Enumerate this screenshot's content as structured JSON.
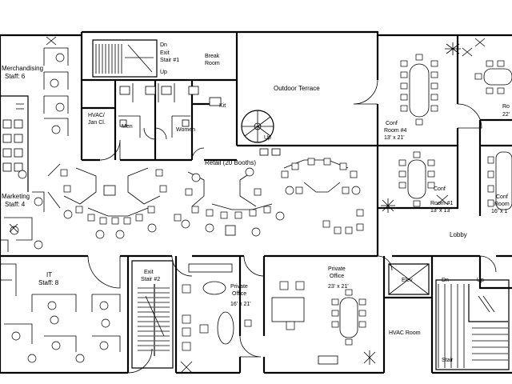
{
  "labels": {
    "merchandising": "Merchandising",
    "merchandising_staff": "Staff: 6",
    "marketing": "Marketing",
    "marketing_staff": "Staff: 4",
    "it": "IT",
    "it_staff": "Staff: 8",
    "dn_top": "Dn",
    "exit_stair_1a": "Exit",
    "exit_stair_1b": "Stair #1",
    "up_top": "Up",
    "break_room_a": "Break",
    "break_room_b": "Room",
    "kit": "Kit",
    "hvac_jan_a": "HVAC/",
    "hvac_jan_b": "Jan Cl.",
    "men": "Men",
    "women": "Women",
    "outdoor_terrace": "Outdoor Terrace",
    "up_spiral": "Up",
    "retail": "Retail (20 Booths)",
    "conf4_a": "Conf",
    "conf4_b": "Room #4",
    "conf4_c": "13' x 21'",
    "conf_top_right_a": "Ro",
    "conf_top_right_b": "22'",
    "conf1_a": "Conf",
    "conf1_b": "Room #1",
    "conf1_c": "13' x 13'",
    "conf_right_a": "Conf",
    "conf_right_b": "Room",
    "conf_right_c": "16' x 1",
    "lobby": "Lobby",
    "exit_stair_2a": "Exit",
    "exit_stair_2b": "Stair #2",
    "private_office_1a": "Private",
    "private_office_1b": "Office",
    "private_office_1c": "16' x 21'",
    "private_office_2a": "Private",
    "private_office_2b": "Office",
    "private_office_2c": "23' x 21'",
    "elev": "Elev",
    "hvac_room": "HVAC Room",
    "dn_bottom": "Dn",
    "up_bottom": "Up",
    "stair_bottom": "Stair"
  }
}
